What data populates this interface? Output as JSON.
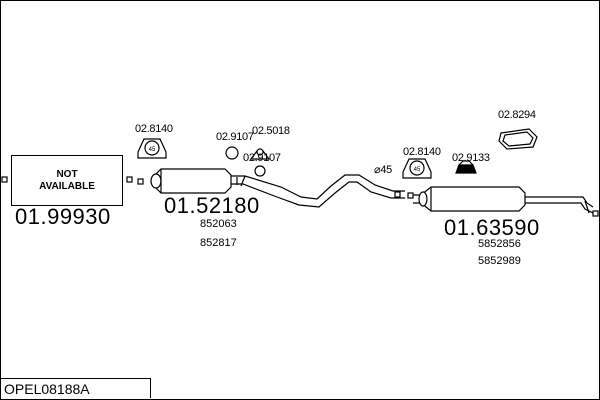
{
  "diagram": {
    "not_available": {
      "line1": "NOT",
      "line2": "AVAILABLE",
      "part_number": "01.99930"
    },
    "front_section": {
      "part_number": "01.52180",
      "oem_refs": [
        "852063",
        "852817"
      ]
    },
    "rear_section": {
      "part_number": "01.63590",
      "oem_refs": [
        "5852856",
        "5852989"
      ]
    },
    "accessories": {
      "clamp_left": "02.8140",
      "ring_top": "02.9107",
      "hanger_top": "02.5018",
      "ring_bottom": "02.9107",
      "clamp_right": "02.8140",
      "hanger_right": "02.9133",
      "gasket_ring": "02.8294"
    },
    "diameter_label": "⌀45",
    "clamp_text": "45",
    "kit_code": "OPEL08188A"
  }
}
